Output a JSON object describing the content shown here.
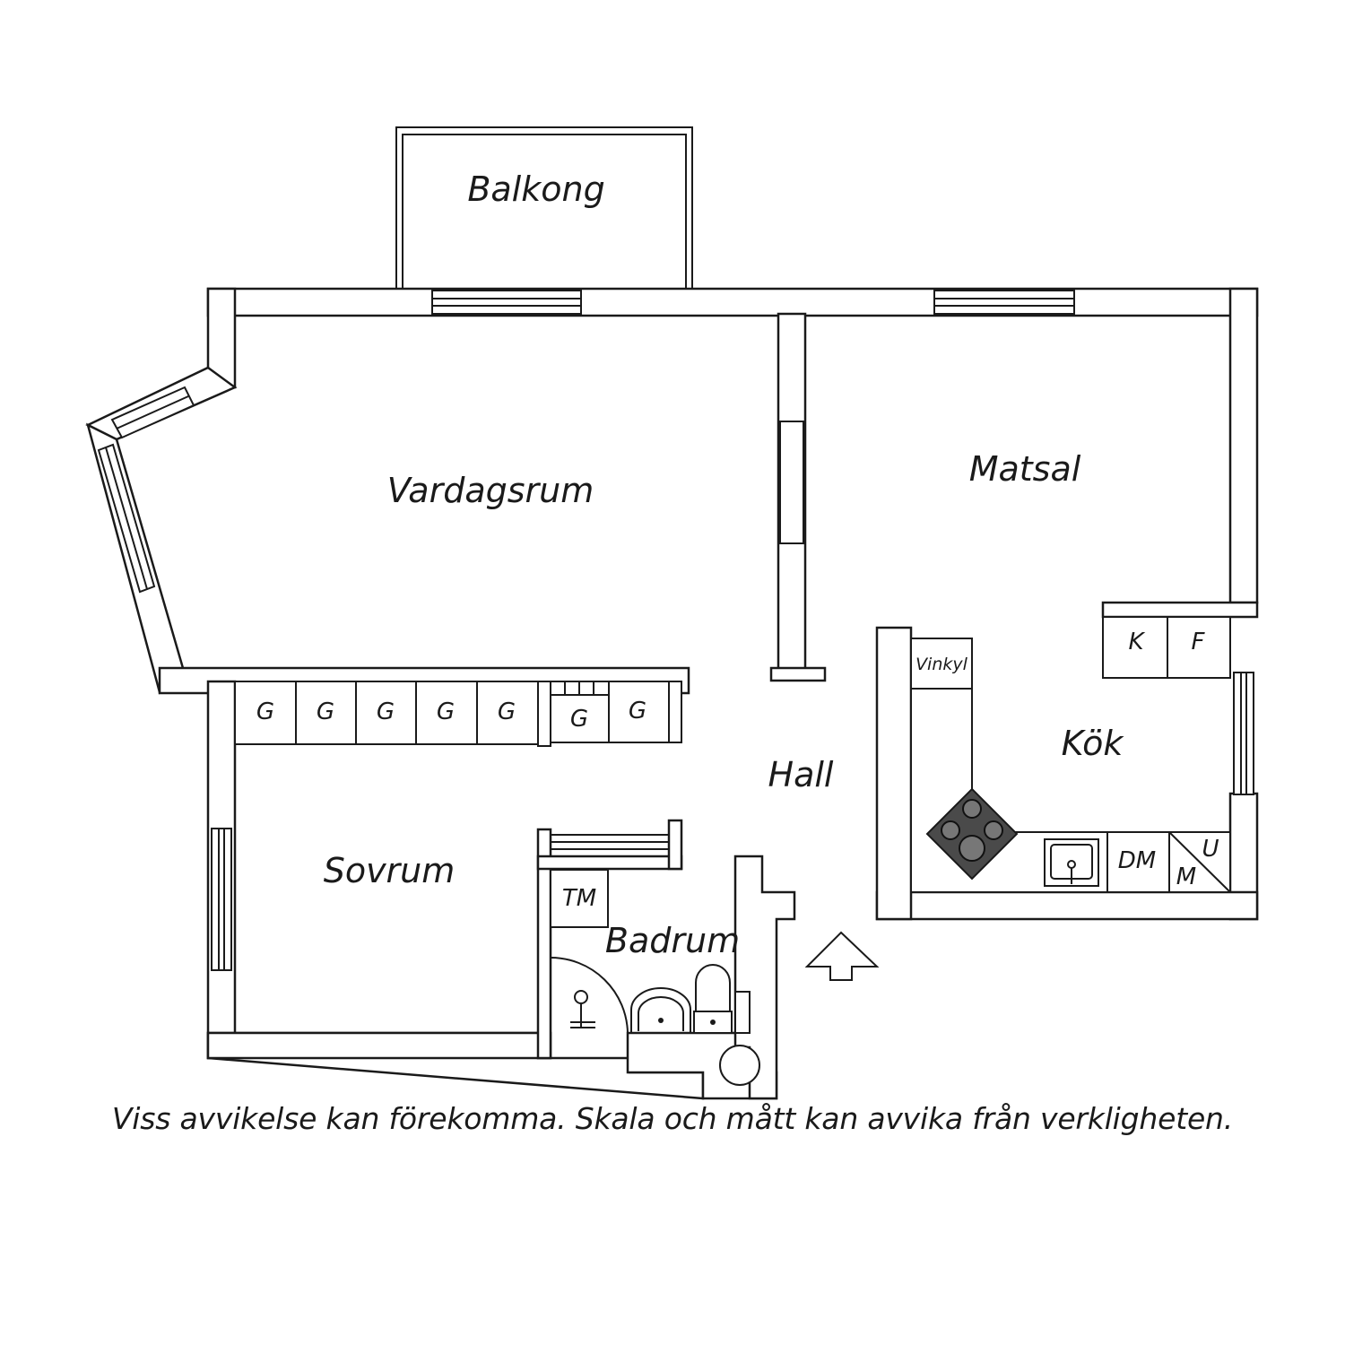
{
  "rooms": {
    "balkong": "Balkong",
    "vardagsrum": "Vardagsrum",
    "matsal": "Matsal",
    "kok": "Kök",
    "hall": "Hall",
    "sovrum": "Sovrum",
    "badrum": "Badrum"
  },
  "fixtures": {
    "wardrobe": "G",
    "kyl": "K",
    "frys": "F",
    "vinkyl": "Vinkyl",
    "diskmaskin": "DM",
    "ugn": "U",
    "mikro": "M",
    "tvattmaskin": "TM"
  },
  "disclaimer": "Viss avvikelse kan förekomma. Skala och mått kan avvika från verkligheten.",
  "colors": {
    "line": "#1a1a1a",
    "stove": "#4a4a4a",
    "background": "#ffffff"
  }
}
